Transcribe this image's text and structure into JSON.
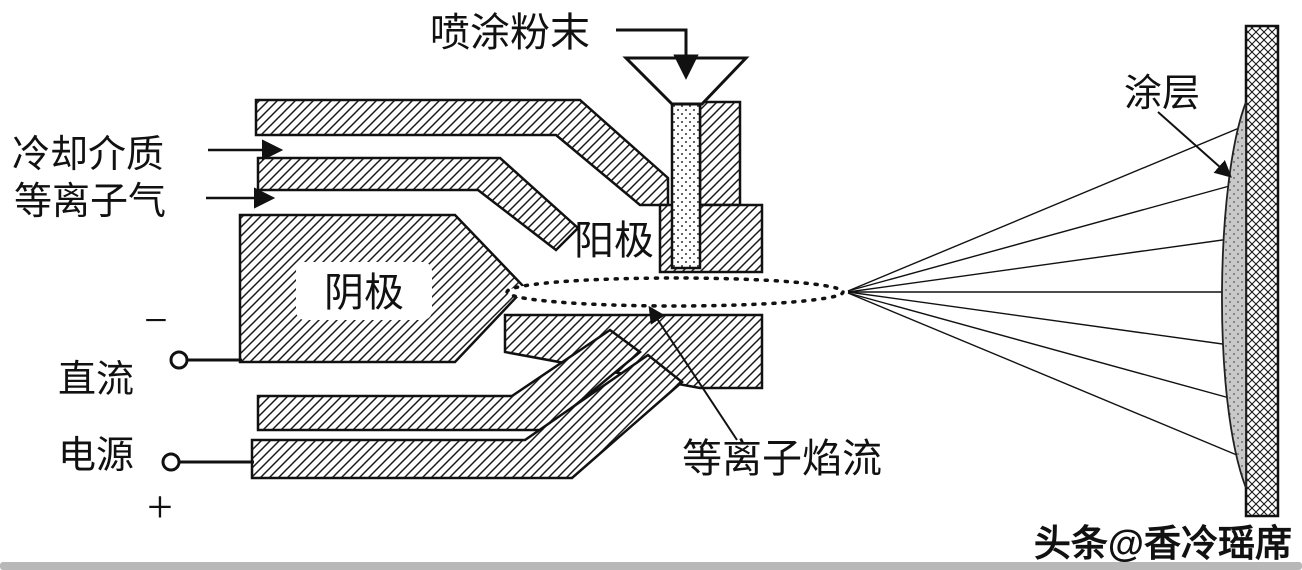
{
  "labels": {
    "spray_powder": "喷涂粉末",
    "cooling_medium": "冷却介质",
    "plasma_gas": "等离子气",
    "anode": "阳极",
    "cathode": "阴极",
    "dc": "直流",
    "power": "电源",
    "minus": "−",
    "plus": "+",
    "plasma_flame": "等离子焰流",
    "coating": "涂层"
  },
  "watermark": "头条@香冷瑶席",
  "colors": {
    "ink": "#1a1a1a",
    "coating_fill": "#c9c9c9",
    "background": "#ffffff",
    "bottom_strip": "#b8b8b8"
  }
}
